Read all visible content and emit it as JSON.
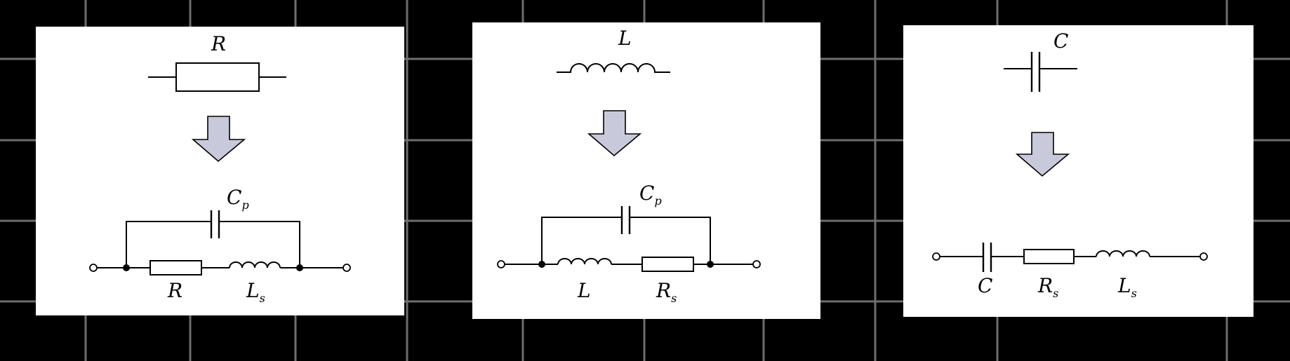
{
  "colors": {
    "background": "#000000",
    "grid": "#6e6e6e",
    "panel": "#ffffff",
    "arrow_fill": "#c9c9dc",
    "ink": "#000000"
  },
  "panels": [
    {
      "top_label": "R",
      "parallel_label": {
        "main": "C",
        "sub": "p"
      },
      "bottom_labels": [
        {
          "main": "R",
          "sub": ""
        },
        {
          "main": "L",
          "sub": "s"
        }
      ]
    },
    {
      "top_label": "L",
      "parallel_label": {
        "main": "C",
        "sub": "p"
      },
      "bottom_labels": [
        {
          "main": "L",
          "sub": ""
        },
        {
          "main": "R",
          "sub": "s"
        }
      ]
    },
    {
      "top_label": "C",
      "bottom_labels": [
        {
          "main": "C",
          "sub": ""
        },
        {
          "main": "R",
          "sub": "s"
        },
        {
          "main": "L",
          "sub": "s"
        }
      ]
    }
  ]
}
